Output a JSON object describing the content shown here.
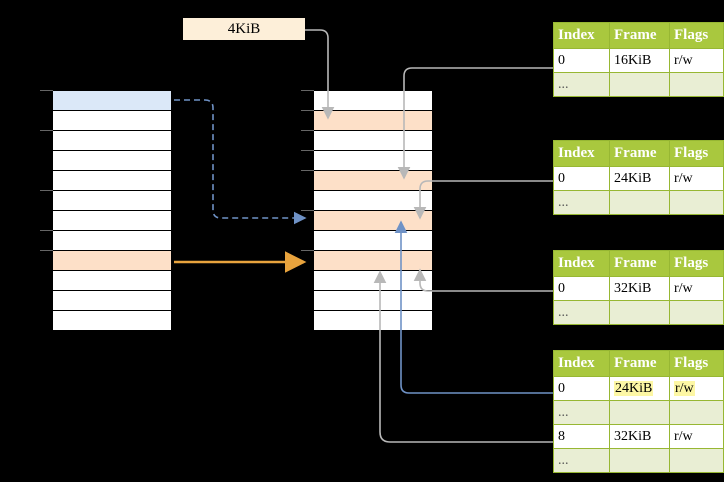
{
  "diagram": {
    "title_label": "4KiB",
    "virtual_column": {
      "name": "virtual-address-space",
      "rows": 12,
      "highlight_blue_row": 1,
      "highlight_peach_row": 9
    },
    "physical_column": {
      "name": "physical-memory",
      "rows": 12,
      "highlight_peach_rows": [
        2,
        5,
        7,
        9
      ]
    },
    "tables": [
      {
        "id": "page-table-1",
        "headers": [
          "Index",
          "Frame",
          "Flags"
        ],
        "rows": [
          {
            "index": "0",
            "frame": "16KiB",
            "flags": "r/w",
            "alt": false,
            "highlight": false
          },
          {
            "index": "...",
            "frame": "",
            "flags": "",
            "alt": true,
            "highlight": false
          }
        ]
      },
      {
        "id": "page-table-2",
        "headers": [
          "Index",
          "Frame",
          "Flags"
        ],
        "rows": [
          {
            "index": "0",
            "frame": "24KiB",
            "flags": "r/w",
            "alt": false,
            "highlight": false
          },
          {
            "index": "...",
            "frame": "",
            "flags": "",
            "alt": true,
            "highlight": false
          }
        ]
      },
      {
        "id": "page-table-3",
        "headers": [
          "Index",
          "Frame",
          "Flags"
        ],
        "rows": [
          {
            "index": "0",
            "frame": "32KiB",
            "flags": "r/w",
            "alt": false,
            "highlight": false
          },
          {
            "index": "...",
            "frame": "",
            "flags": "",
            "alt": true,
            "highlight": false
          }
        ]
      },
      {
        "id": "page-table-4",
        "headers": [
          "Index",
          "Frame",
          "Flags"
        ],
        "rows": [
          {
            "index": "0",
            "frame": "24KiB",
            "flags": "r/w",
            "alt": false,
            "highlight": true
          },
          {
            "index": "...",
            "frame": "",
            "flags": "",
            "alt": true,
            "highlight": false
          },
          {
            "index": "8",
            "frame": "32KiB",
            "flags": "r/w",
            "alt": false,
            "highlight": false
          },
          {
            "index": "...",
            "frame": "",
            "flags": "",
            "alt": true,
            "highlight": false
          }
        ]
      }
    ],
    "colors": {
      "table_header": "#a9c83e",
      "table_alt_row": "#e9eed4",
      "highlight_yellow": "#fdf7a5",
      "page_blue": "#dbe8f8",
      "page_peach": "#fde0c8",
      "label_bg": "#fdefd9",
      "wire_gray": "#b3b3b3",
      "wire_blue": "#6f92c6",
      "wire_orange": "#e8a33d",
      "background": "#000000"
    }
  }
}
